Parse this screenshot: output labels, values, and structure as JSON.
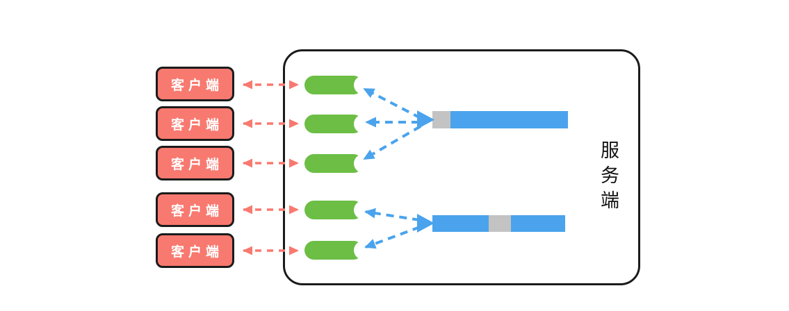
{
  "clients": [
    {
      "label": "客户端"
    },
    {
      "label": "客户端"
    },
    {
      "label": "客户端"
    },
    {
      "label": "客户端"
    },
    {
      "label": "客户端"
    }
  ],
  "server": {
    "label": "服务端"
  },
  "workers": {
    "top_group_count": 3,
    "bottom_group_count": 2
  },
  "queues": [
    {
      "name": "queue-top",
      "segments": [
        "gray",
        "blue"
      ]
    },
    {
      "name": "queue-bottom",
      "segments": [
        "blue",
        "gray",
        "blue"
      ]
    }
  ],
  "colors": {
    "client_red": "#F8796F",
    "worker_green": "#6CBE45",
    "queue_blue": "#4AA3EC",
    "segment_gray": "#C3C3C3",
    "outline_black": "#1B1B1B",
    "background": "#FFFFFF"
  }
}
